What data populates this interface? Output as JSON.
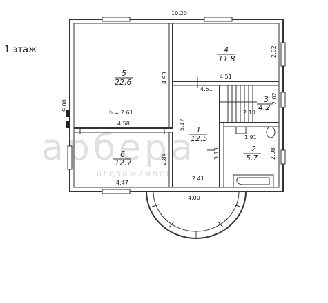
{
  "floor_label": "1 этаж",
  "watermark": {
    "brand": "арбера",
    "tagline": "НЕДВИЖИМОСТЬ"
  },
  "dimensions": {
    "overall_width": "10.20",
    "overall_height": "9.00",
    "r1_width": "4.58",
    "r1_height": "4.93",
    "ceiling_height": "h = 2.61",
    "r4_width": "4.51",
    "r4_height": "2.62",
    "corridor_width": "4.51",
    "corridor_height": "5.17",
    "stair_width": "2.10",
    "stair_height": "2.02",
    "bath_width": "1.91",
    "bath_height": "2.98",
    "r6_width": "4.47",
    "r6_height": "2.84",
    "hall_height": "3.13",
    "hall_width": "2.41",
    "bay_width": "4.00"
  },
  "rooms": [
    {
      "number": "5",
      "area": "22.6"
    },
    {
      "number": "4",
      "area": "11.8"
    },
    {
      "number": "3",
      "area": "4.2"
    },
    {
      "number": "1",
      "area": "12.5"
    },
    {
      "number": "2",
      "area": "5.7"
    },
    {
      "number": "6",
      "area": "12.7"
    }
  ]
}
